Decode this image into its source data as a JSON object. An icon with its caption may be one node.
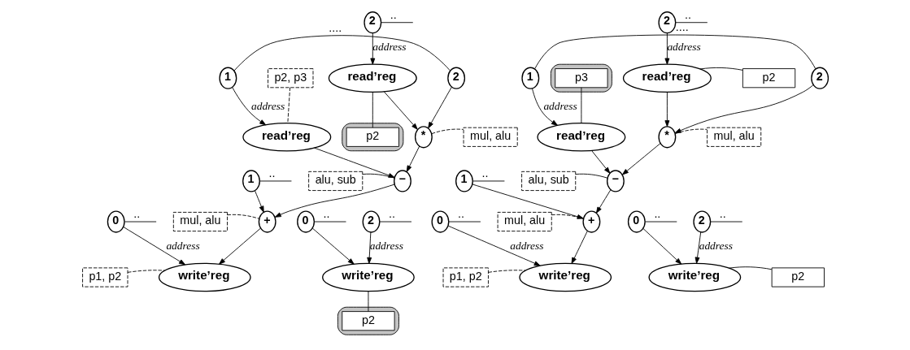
{
  "diagram": {
    "nodes": [
      {
        "text": [
          "p2, p3"
        ]
      },
      {
        "text": [
          "2"
        ]
      },
      {
        "text": [
          "1"
        ]
      },
      {
        "text": [
          "2"
        ]
      },
      {
        "text": [
          "read’reg"
        ]
      },
      {
        "text": [],
        "shape": "ellipse"
      },
      {
        "text": [
          "p2"
        ],
        "in": 5
      },
      {
        "text": [
          "read’reg"
        ]
      },
      {
        "text": [
          "*"
        ]
      },
      {
        "text": [
          "mul, alu"
        ]
      },
      {
        "text": [
          "alu, sub"
        ]
      },
      {
        "text": [
          "−"
        ]
      },
      {
        "text": [
          "1"
        ]
      },
      {
        "text": [
          "mul, alu"
        ]
      },
      {
        "text": [
          "+"
        ]
      },
      {
        "text": [
          "0"
        ]
      },
      {
        "text": [
          "0"
        ]
      },
      {
        "text": [
          "2"
        ]
      },
      {
        "text": [
          "p1, p2"
        ]
      },
      {
        "text": [
          "write’reg"
        ]
      },
      {
        "text": [
          "write’reg"
        ]
      },
      {
        "text": [],
        "shape": "ellipse"
      },
      {
        "text": [
          "p2"
        ],
        "in": 21
      },
      {
        "text": [],
        "shape": "ellipse"
      },
      {
        "text": [
          "p3"
        ],
        "in": 23
      },
      {
        "text": [
          "1"
        ]
      },
      {
        "text": [
          "2"
        ]
      },
      {
        "text": [
          "2"
        ]
      },
      {
        "text": [
          "read’reg"
        ]
      },
      {
        "text": [
          "p2"
        ]
      },
      {
        "text": [
          "read’reg"
        ]
      },
      {
        "text": [
          "*"
        ]
      },
      {
        "text": [
          "mul, alu"
        ]
      },
      {
        "text": [
          "alu, sub"
        ]
      },
      {
        "text": [
          "−"
        ]
      },
      {
        "text": [
          "1"
        ]
      },
      {
        "text": [
          "mul, alu"
        ]
      },
      {
        "text": [
          "+"
        ]
      },
      {
        "text": [
          "0"
        ]
      },
      {
        "text": [
          "0"
        ]
      },
      {
        "text": [
          "2"
        ]
      },
      {
        "text": [
          "p1, p2"
        ]
      },
      {
        "text": [
          "write’reg"
        ]
      },
      {
        "text": [
          "write’reg"
        ]
      },
      {
        "text": [
          "p2"
        ]
      }
    ],
    "edges": [
      {
        "from": 1,
        "to": null,
        "arrow": "none",
        "label": ".."
      },
      {
        "from": 1,
        "to": 4,
        "arrow": "to",
        "label": "address"
      },
      {
        "from": 2,
        "to": 3,
        "arrow": "none",
        "label": "...."
      },
      {
        "from": 4,
        "to": 6,
        "arrow": "none"
      },
      {
        "from": 2,
        "to": 7,
        "arrow": "to",
        "label": "address"
      },
      {
        "from": 0,
        "to": 7,
        "arrow": "none",
        "style": "dashed"
      },
      {
        "from": 3,
        "to": 8,
        "arrow": "to"
      },
      {
        "from": 4,
        "to": 8,
        "arrow": "to"
      },
      {
        "from": 8,
        "to": 9,
        "arrow": "none",
        "style": "dashed"
      },
      {
        "from": 10,
        "to": 11,
        "arrow": "none"
      },
      {
        "from": 7,
        "to": 11,
        "arrow": "to"
      },
      {
        "from": 8,
        "to": 11,
        "arrow": "to"
      },
      {
        "from": 12,
        "to": null,
        "arrow": "none",
        "label": ".."
      },
      {
        "from": 13,
        "to": 14,
        "arrow": "none",
        "style": "dashed"
      },
      {
        "from": 11,
        "to": 14,
        "arrow": "to"
      },
      {
        "from": 12,
        "to": 14,
        "arrow": "to"
      },
      {
        "from": 15,
        "to": null,
        "arrow": "none",
        "label": ".."
      },
      {
        "from": 16,
        "to": null,
        "arrow": "none",
        "label": ".."
      },
      {
        "from": 17,
        "to": null,
        "arrow": "none",
        "label": ".."
      },
      {
        "from": 18,
        "to": 19,
        "arrow": "none",
        "style": "dashed"
      },
      {
        "from": 14,
        "to": 19,
        "arrow": "to"
      },
      {
        "from": 15,
        "to": 19,
        "arrow": "to",
        "label": "address"
      },
      {
        "from": 16,
        "to": 20,
        "arrow": "to"
      },
      {
        "from": 17,
        "to": 20,
        "arrow": "to",
        "label": "address"
      },
      {
        "from": 20,
        "to": 22,
        "arrow": "none"
      },
      {
        "from": 27,
        "to": null,
        "arrow": "none",
        "label": ".."
      },
      {
        "from": 27,
        "to": 28,
        "arrow": "to",
        "label": "address"
      },
      {
        "from": 25,
        "to": 26,
        "arrow": "none",
        "label": "...."
      },
      {
        "from": 28,
        "to": 29,
        "arrow": "none"
      },
      {
        "from": 24,
        "to": 30,
        "arrow": "none"
      },
      {
        "from": 25,
        "to": 30,
        "arrow": "to",
        "label": "address"
      },
      {
        "from": 26,
        "to": 31,
        "arrow": "to"
      },
      {
        "from": 28,
        "to": 31,
        "arrow": "to"
      },
      {
        "from": 31,
        "to": 32,
        "arrow": "none",
        "style": "dashed"
      },
      {
        "from": 33,
        "to": 34,
        "arrow": "none"
      },
      {
        "from": 30,
        "to": 34,
        "arrow": "to"
      },
      {
        "from": 31,
        "to": 34,
        "arrow": "to"
      },
      {
        "from": 35,
        "to": null,
        "arrow": "none",
        "label": ".."
      },
      {
        "from": 36,
        "to": 37,
        "arrow": "none",
        "style": "dashed"
      },
      {
        "from": 34,
        "to": 37,
        "arrow": "to"
      },
      {
        "from": 35,
        "to": 37,
        "arrow": "to"
      },
      {
        "from": 38,
        "to": null,
        "arrow": "none",
        "label": ".."
      },
      {
        "from": 39,
        "to": null,
        "arrow": "none",
        "label": ".."
      },
      {
        "from": 40,
        "to": null,
        "arrow": "none",
        "label": ".."
      },
      {
        "from": 41,
        "to": 42,
        "arrow": "none",
        "style": "dashed"
      },
      {
        "from": 37,
        "to": 42,
        "arrow": "to"
      },
      {
        "from": 38,
        "to": 42,
        "arrow": "to",
        "label": "address"
      },
      {
        "from": 39,
        "to": 43,
        "arrow": "to"
      },
      {
        "from": 40,
        "to": 43,
        "arrow": "to",
        "label": "address"
      },
      {
        "from": 43,
        "to": 44,
        "arrow": "none"
      }
    ]
  }
}
